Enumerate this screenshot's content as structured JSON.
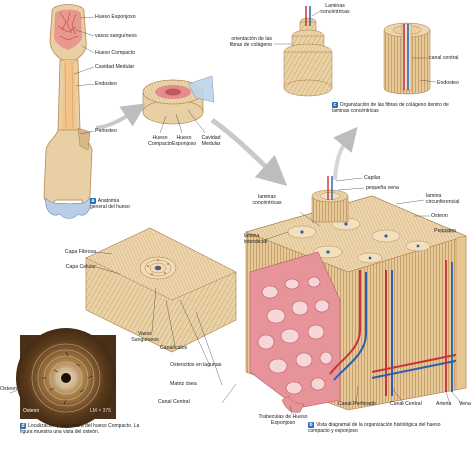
{
  "panel_a": {
    "labels": {
      "hueso_esponjoso": "Hueso Esponjoso",
      "vasos_sanguineos": "vasos sanguíneos",
      "hueso_compacto": "Hueso Compacto",
      "cavidad_medular": "Cavidad Medular",
      "endosteo": "Endosteo",
      "periosteo": "Periosteo"
    },
    "caption_tag": "a",
    "caption": "Anatomía general del hueso"
  },
  "cross_section": {
    "labels": {
      "hueso_compacto": "Hueso Compacto",
      "hueso_esponjoso": "Hueso Esponjoso",
      "cavidad_medular": "Cavidad Medular"
    }
  },
  "panel_c": {
    "labels": {
      "laminas_concentricas": "Laminas concéntricas",
      "orientacion_fibras": "orientación de las fibras de colágeno",
      "canal_central": "canal central",
      "endosteo": "Endosteo"
    },
    "caption_tag": "c",
    "caption": "Organización de las fibras de colágeno dentro de laminas concéntricas"
  },
  "panel_b": {
    "labels": {
      "capilar": "Capilar",
      "pequena_vena": "pequeña vena",
      "laminas_concentricas": "laminas concéntricas",
      "lamina_circunferencial": "lamina circunferencial",
      "lamina_intersticial": "lamina intersticial",
      "osteon": "Osteon",
      "periosteo": "Periosteo",
      "capa_fibrosa": "Capa Fibrosa",
      "capa_celular": "Capa Celular",
      "vasos_sanguineos": "Vasos Sanguineos",
      "canaliculos": "Canalículos",
      "osteocitos": "Osteocitos en lagunas",
      "matriz_osea": "Matriz ósea",
      "canal_central": "Canal Central",
      "trabeculas": "Trabeculas de Hueso Esponjoso",
      "canal_perforado": "Canal Perforado",
      "canal_central_2": "Canal Central",
      "arteria": "Arteria",
      "vena": "Vena"
    },
    "caption_tag": "b",
    "caption": "Vista diagramal de la organización histológica del hueso compacto y esponjoso"
  },
  "panel_d": {
    "side_label": "Osteon",
    "micro_label": "Osteon",
    "scale": "LM × 375",
    "caption_tag": "d",
    "caption": "Localización y Estructura del hueso Compacto. La figura muestra una vista del osteón."
  },
  "colors": {
    "bone": "#e8cfa3",
    "bone_dark": "#c9a06a",
    "marrow": "#e7a09a",
    "artery": "#c8323a",
    "vein": "#2d5fb0",
    "arrow": "#c9c9c9",
    "spongy": "#e2838a"
  }
}
